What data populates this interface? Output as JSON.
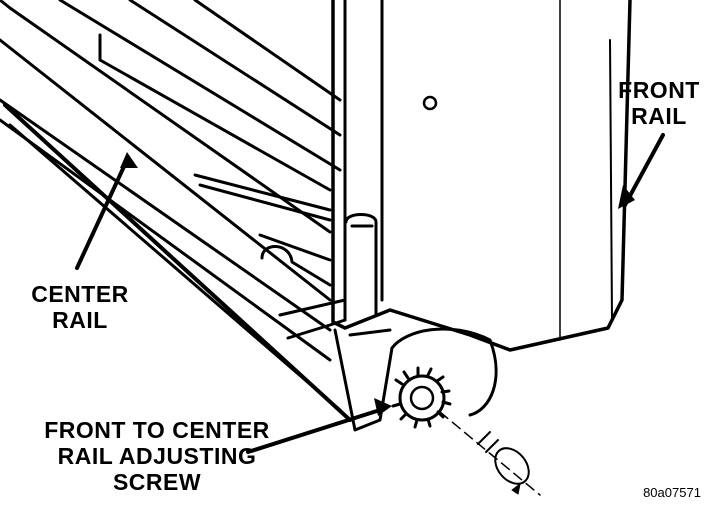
{
  "labels": {
    "front_rail": [
      "FRONT",
      "RAIL"
    ],
    "center_rail": [
      "CENTER",
      "RAIL"
    ],
    "adjusting_screw": [
      "FRONT TO CENTER",
      "RAIL ADJUSTING",
      "SCREW"
    ],
    "figure_id": "80a07571"
  },
  "colors": {
    "ink": "#000000",
    "paper": "#ffffff"
  }
}
